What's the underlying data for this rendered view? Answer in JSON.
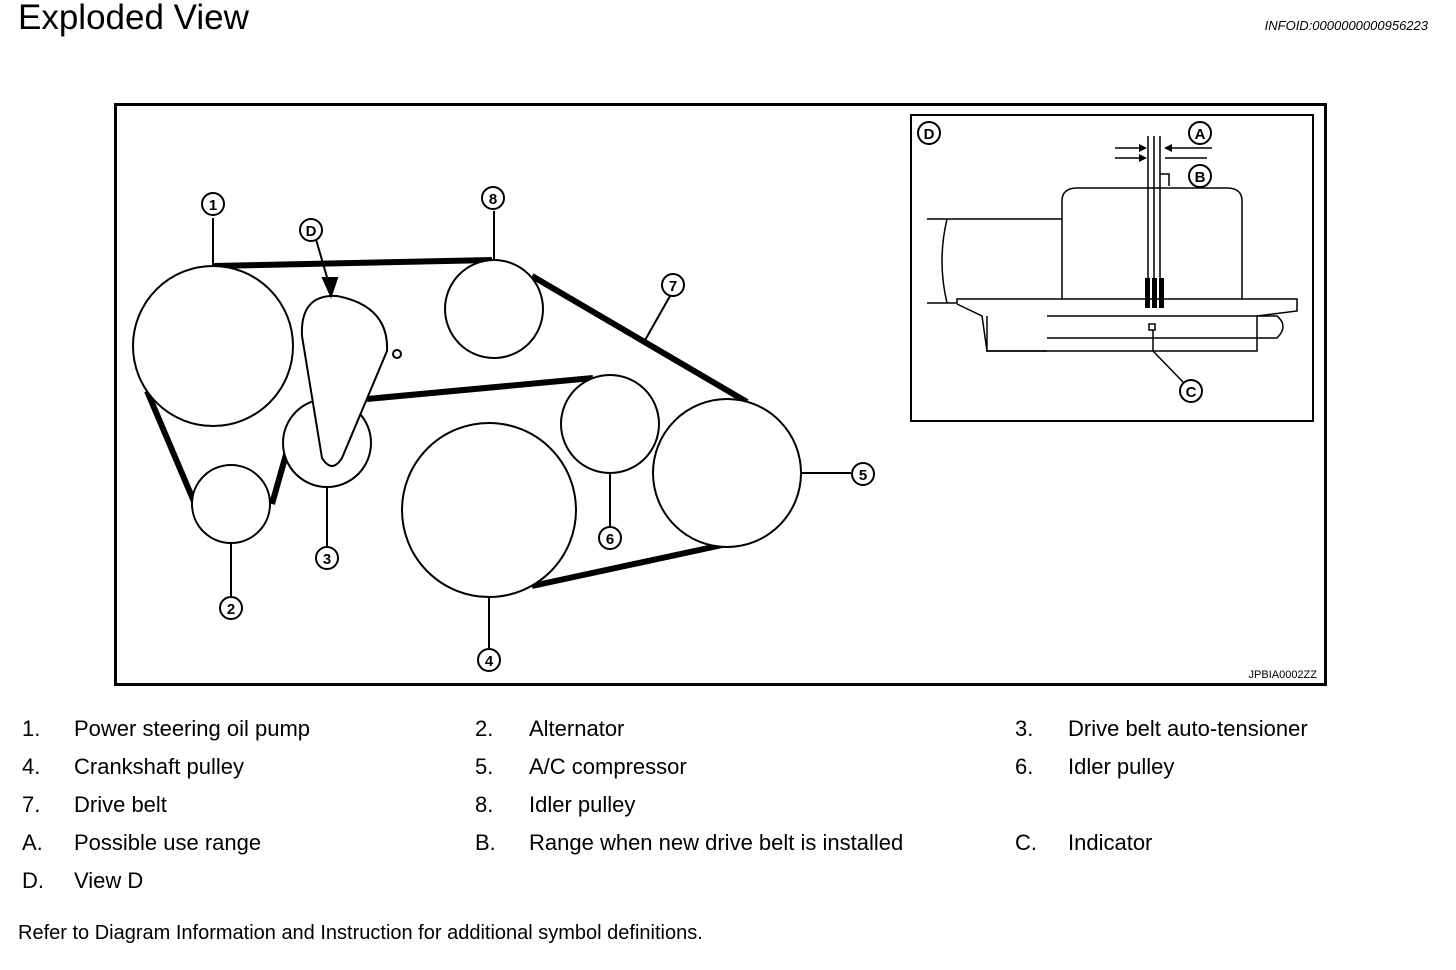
{
  "header": {
    "title": "Exploded View",
    "info_id": "INFOID:0000000000956223"
  },
  "diagram": {
    "figure_code": "JPBIA0002ZZ",
    "callouts": [
      "1",
      "2",
      "3",
      "4",
      "5",
      "6",
      "7",
      "8",
      "D"
    ],
    "inset": {
      "label": "D",
      "callouts": [
        "A",
        "B",
        "C"
      ]
    }
  },
  "legend": [
    {
      "key": "1.",
      "text": "Power steering oil pump"
    },
    {
      "key": "2.",
      "text": "Alternator"
    },
    {
      "key": "3.",
      "text": "Drive belt auto-tensioner"
    },
    {
      "key": "4.",
      "text": "Crankshaft pulley"
    },
    {
      "key": "5.",
      "text": "A/C compressor"
    },
    {
      "key": "6.",
      "text": "Idler pulley"
    },
    {
      "key": "7.",
      "text": "Drive belt"
    },
    {
      "key": "8.",
      "text": "Idler pulley"
    },
    {
      "key": "A.",
      "text": "Possible use range"
    },
    {
      "key": "B.",
      "text": "Range when new drive belt is installed"
    },
    {
      "key": "C.",
      "text": "Indicator"
    },
    {
      "key": "D.",
      "text": "View D"
    }
  ],
  "footnote": "Refer to Diagram Information and Instruction for additional symbol definitions."
}
